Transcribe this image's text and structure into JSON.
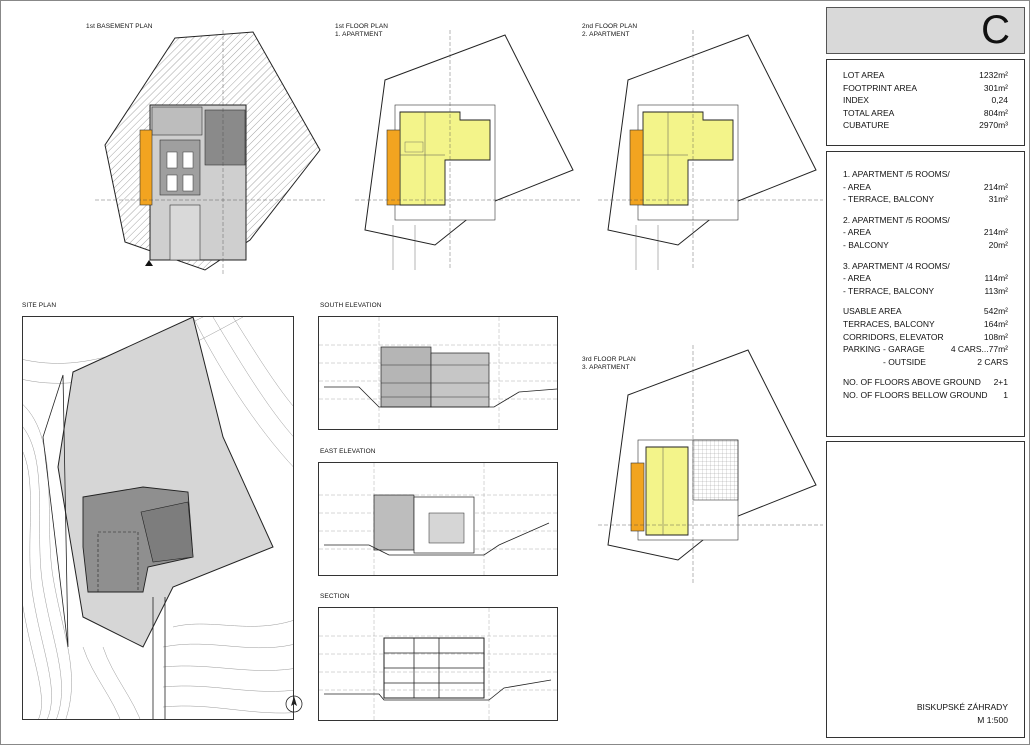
{
  "labels": {
    "basement_plan": "1st BASEMENT PLAN",
    "floor1_plan": "1st FLOOR PLAN",
    "floor1_sub": "1. APARTMENT",
    "floor2_plan": "2nd FLOOR PLAN",
    "floor2_sub": "2. APARTMENT",
    "floor3_plan": "3rd FLOOR PLAN",
    "floor3_sub": "3. APARTMENT",
    "site_plan": "SITE PLAN",
    "south_elevation": "SOUTH ELEVATION",
    "east_elevation": "EAST ELEVATION",
    "section": "SECTION"
  },
  "sheet_letter": "C",
  "summary": [
    {
      "key": "LOT AREA",
      "value": "1232m²"
    },
    {
      "key": "FOOTPRINT AREA",
      "value": "301m²"
    },
    {
      "key": "INDEX",
      "value": "0,24"
    },
    {
      "key": "TOTAL AREA",
      "value": "804m²"
    },
    {
      "key": "CUBATURE",
      "value": "2970m³"
    }
  ],
  "details": [
    {
      "key": "1. APARTMENT /5 ROOMS/",
      "value": ""
    },
    {
      "key": "- AREA",
      "value": "214m²"
    },
    {
      "key": "- TERRACE, BALCONY",
      "value": "31m²"
    },
    {
      "key": "2. APARTMENT /5 ROOMS/",
      "value": ""
    },
    {
      "key": "- AREA",
      "value": "214m²"
    },
    {
      "key": "- BALCONY",
      "value": "20m²"
    },
    {
      "key": "3. APARTMENT /4 ROOMS/",
      "value": ""
    },
    {
      "key": "- AREA",
      "value": "114m²"
    },
    {
      "key": "- TERRACE, BALCONY",
      "value": "113m²"
    },
    {
      "key": "USABLE AREA",
      "value": "542m²"
    },
    {
      "key": "TERRACES, BALCONY",
      "value": "164m²"
    },
    {
      "key": "CORRIDORS, ELEVATOR",
      "value": "108m²"
    },
    {
      "key": "PARKING - GARAGE",
      "value": "4 CARS...77m²"
    },
    {
      "key": "- OUTSIDE",
      "value": "2 CARS"
    },
    {
      "key": "NO. OF FLOORS ABOVE GROUND",
      "value": "2+1"
    },
    {
      "key": "NO. OF FLOORS BELLOW GROUND",
      "value": "1"
    }
  ],
  "project_name": "BISKUPSKÉ ZÁHRADY",
  "scale": "M 1:500",
  "colors": {
    "apartment": "#f3f48a",
    "core": "#f2a420",
    "hatch": "#777777",
    "site_fill": "#d6d6d6"
  }
}
